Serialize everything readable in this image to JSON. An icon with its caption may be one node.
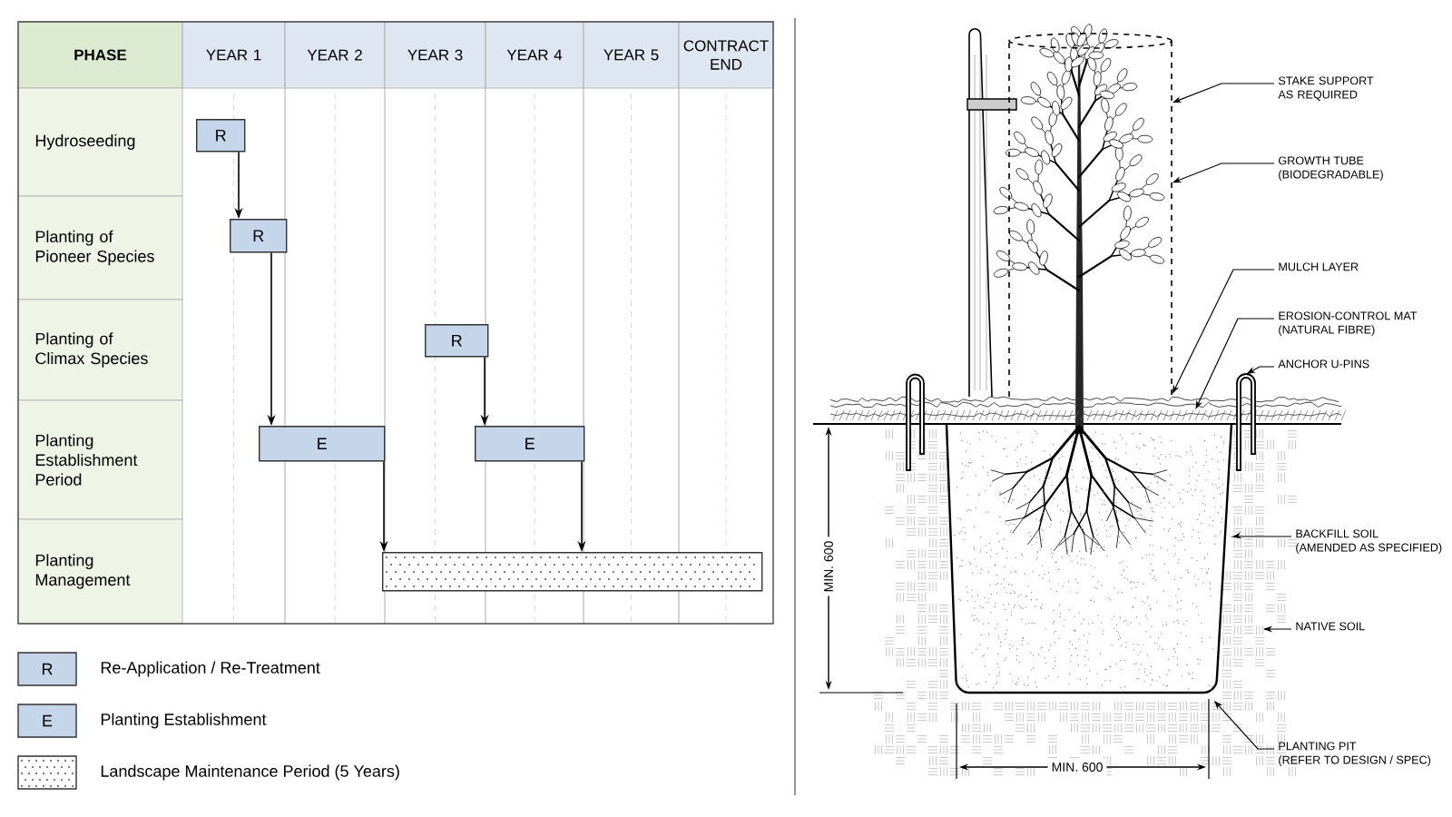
{
  "diagram": {
    "nodes": [
      {
        "text": [
          "R"
        ]
      },
      {
        "text": [
          "R"
        ]
      },
      {
        "text": [
          "R"
        ]
      },
      {
        "text": [
          "E"
        ]
      },
      {
        "text": [
          "E"
        ]
      },
      {
        "text": [],
        "shape": "bar"
      },
      {
        "text": [
          "STAKE SUPPORT AS REQUIRED"
        ]
      },
      {
        "text": [
          "GROWTH TUBE",
          "(BIODEGRADABLE)"
        ]
      },
      {
        "text": [
          "MULCH LAYER"
        ]
      },
      {
        "text": [
          "EROSION-CONTROL MAT",
          "(NATURAL FIBRE)"
        ]
      },
      {
        "text": [
          "ANCHOR U-PINS"
        ]
      },
      {
        "text": [
          "BACKFILL SOIL",
          "(AMENDED AS SPECIFIED)"
        ]
      },
      {
        "text": [
          "NATIVE SOIL"
        ]
      },
      {
        "text": [
          "PLANTING PIT",
          "(REFER TO DESIGN / SPEC)"
        ]
      },
      {
        "text": [],
        "shape": "cylinder"
      },
      {
        "text": [],
        "shape": "band"
      },
      {
        "text": [],
        "shape": "band"
      },
      {
        "text": [],
        "shape": "pin"
      },
      {
        "text": [],
        "shape": "pin"
      },
      {
        "text": [],
        "shape": "box"
      }
    ],
    "edges": [
      {
        "from": 0,
        "to": 1,
        "arrow": "to"
      },
      {
        "from": 1,
        "to": 3,
        "arrow": "to"
      },
      {
        "from": 2,
        "to": 4,
        "arrow": "to"
      },
      {
        "from": 3,
        "to": 5,
        "arrow": "to"
      },
      {
        "from": 4,
        "to": 5,
        "arrow": "to"
      },
      {
        "from": 6,
        "to": 14,
        "arrow": "to"
      },
      {
        "from": 7,
        "to": 14,
        "arrow": "to"
      },
      {
        "from": 8,
        "to": 15,
        "arrow": "to"
      },
      {
        "from": 9,
        "to": 16,
        "arrow": "to"
      },
      {
        "from": 10,
        "to": 18,
        "arrow": "to"
      },
      {
        "from": 11,
        "to": 19,
        "arrow": "to"
      },
      {
        "from": 12,
        "to": null,
        "arrow": "to"
      },
      {
        "from": 13,
        "to": 19,
        "arrow": "to"
      }
    ],
    "labels": [
      "PHASE",
      "YEAR 1",
      "YEAR 2",
      "YEAR 3",
      "YEAR 4",
      "YEAR 5",
      "CONTRACT END",
      "Hydroseeding",
      "Planting of Pioneer Species",
      "Planting of Climax Species",
      "Planting Establishment Period",
      "Planting Management",
      "R",
      "E",
      "MIN. 600",
      "MIN. 600"
    ],
    "legend": [
      {
        "text": "Re-Application / Re-Treatment",
        "color": "#c5d5ea"
      },
      {
        "text": "Planting Establishment",
        "color": "#c5d5ea"
      },
      {
        "text": "Landscape Maintenance Period (5 Years)"
      }
    ]
  }
}
